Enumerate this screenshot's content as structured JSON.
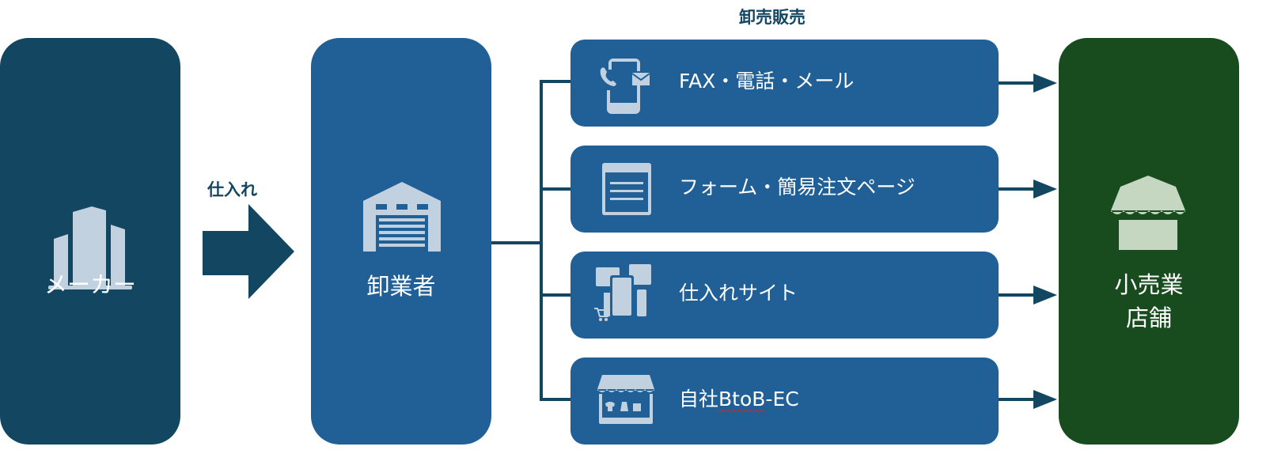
{
  "top_label": "卸売販売",
  "arrow_label": "仕入れ",
  "maker": {
    "label": "メーカー"
  },
  "wholesaler": {
    "label": "卸業者"
  },
  "retail": {
    "line1": "小売業",
    "line2": "店舗"
  },
  "channels": [
    {
      "label": "FAX・電話・メール",
      "icon": "phone-mail-icon"
    },
    {
      "label": "フォーム・簡易注文ページ",
      "icon": "form-page-icon"
    },
    {
      "label": "仕入れサイト",
      "icon": "purchase-site-icon"
    },
    {
      "label_prefix": "自社",
      "label_spell": "BtoB",
      "label_suffix": "-EC",
      "icon": "storefront-icon"
    }
  ],
  "colors": {
    "maker": "#134661",
    "wholesaler": "#215f97",
    "retail": "#184c1f",
    "icon": "#c2d1e0"
  }
}
